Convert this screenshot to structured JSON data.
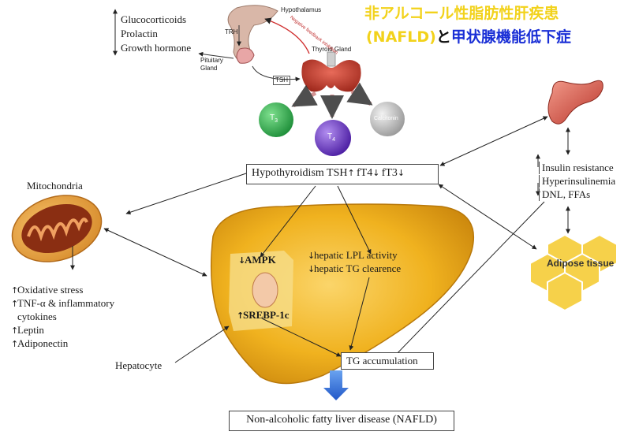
{
  "title": {
    "line1": "非アルコール性脂肪性肝疾患",
    "line2_a": "(NAFLD)",
    "line2_b": "と",
    "line2_c": "甲状腺機能低下症",
    "colors": {
      "yellow": "#f2d21b",
      "blue": "#1a2fd6",
      "black": "#111111"
    }
  },
  "pituitary": {
    "hormones": [
      "Glucocorticoids",
      "Prolactin",
      "Growth hormone"
    ],
    "hypothalamus": "Hypothalamus",
    "trh": "TRH",
    "pituitary_gland": "Pituitary\nGland",
    "thyroid_gland": "Thyroid Gland",
    "tsh": "TSH",
    "feedback": "Negative feedback inhibition",
    "t3": "T",
    "t3_sub": "3",
    "t4": "T",
    "t4_sub": "4",
    "calcitonin": "Calcitonin"
  },
  "hypothyroidism": {
    "label": "Hypothyroidism TSH",
    "ft4": "fT4",
    "ft3": "fT3"
  },
  "mitochondria": {
    "label": "Mitochondria",
    "effects": [
      "Oxidative stress",
      "TNF-α & inflammatory",
      "cytokines",
      "Leptin",
      "Adiponectin"
    ]
  },
  "pancreas": {
    "effects": [
      "Insulin resistance",
      "Hyperinsulinemia",
      "DNL, FFAs"
    ]
  },
  "adipose": {
    "label": "Adipose tissue"
  },
  "liver": {
    "ampk": "AMPK",
    "srebp": "SREBP-1c",
    "lpl": "hepatic LPL activity",
    "tg_clear": "hepatic TG clearence",
    "hepatocyte": "Hepatocyte",
    "tg_accum": "TG accumulation"
  },
  "outcome": {
    "label": "Non-alcoholic fatty liver disease (NAFLD)"
  },
  "icons": [
    "pancreas-icon",
    "mitochondria-icon",
    "liver-icon",
    "thyroid-icon",
    "hypothalamus-icon",
    "adipose-hexagon-icon",
    "down-arrow-icon"
  ]
}
